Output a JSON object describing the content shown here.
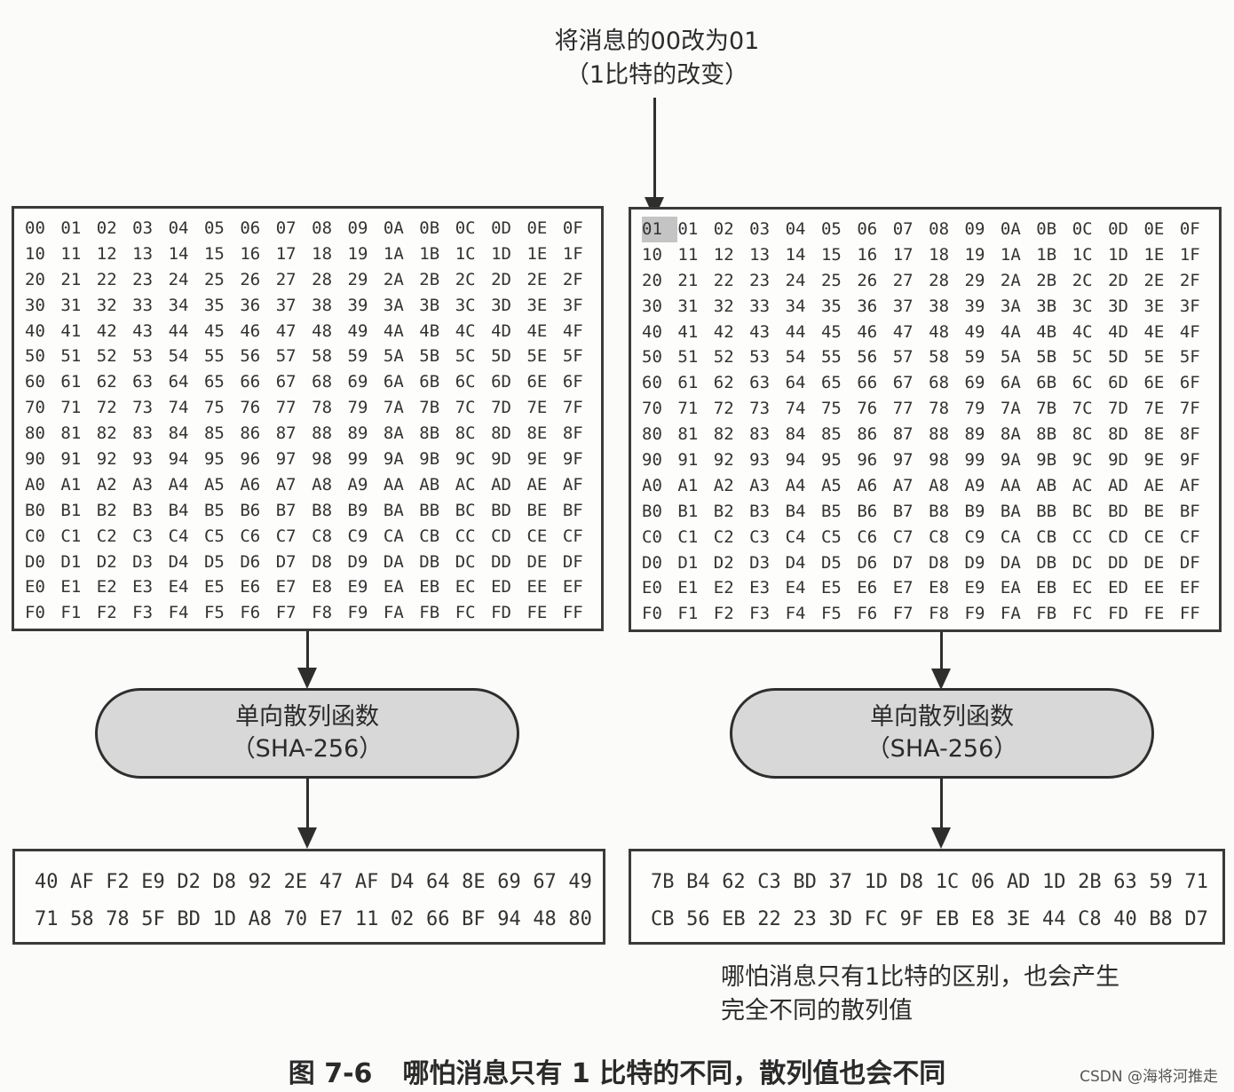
{
  "top_note": {
    "line1": "将消息的00改为01",
    "line2": "（1比特的改变）"
  },
  "left_message": [
    [
      "00",
      "01",
      "02",
      "03",
      "04",
      "05",
      "06",
      "07",
      "08",
      "09",
      "0A",
      "0B",
      "0C",
      "0D",
      "0E",
      "0F"
    ],
    [
      "10",
      "11",
      "12",
      "13",
      "14",
      "15",
      "16",
      "17",
      "18",
      "19",
      "1A",
      "1B",
      "1C",
      "1D",
      "1E",
      "1F"
    ],
    [
      "20",
      "21",
      "22",
      "23",
      "24",
      "25",
      "26",
      "27",
      "28",
      "29",
      "2A",
      "2B",
      "2C",
      "2D",
      "2E",
      "2F"
    ],
    [
      "30",
      "31",
      "32",
      "33",
      "34",
      "35",
      "36",
      "37",
      "38",
      "39",
      "3A",
      "3B",
      "3C",
      "3D",
      "3E",
      "3F"
    ],
    [
      "40",
      "41",
      "42",
      "43",
      "44",
      "45",
      "46",
      "47",
      "48",
      "49",
      "4A",
      "4B",
      "4C",
      "4D",
      "4E",
      "4F"
    ],
    [
      "50",
      "51",
      "52",
      "53",
      "54",
      "55",
      "56",
      "57",
      "58",
      "59",
      "5A",
      "5B",
      "5C",
      "5D",
      "5E",
      "5F"
    ],
    [
      "60",
      "61",
      "62",
      "63",
      "64",
      "65",
      "66",
      "67",
      "68",
      "69",
      "6A",
      "6B",
      "6C",
      "6D",
      "6E",
      "6F"
    ],
    [
      "70",
      "71",
      "72",
      "73",
      "74",
      "75",
      "76",
      "77",
      "78",
      "79",
      "7A",
      "7B",
      "7C",
      "7D",
      "7E",
      "7F"
    ],
    [
      "80",
      "81",
      "82",
      "83",
      "84",
      "85",
      "86",
      "87",
      "88",
      "89",
      "8A",
      "8B",
      "8C",
      "8D",
      "8E",
      "8F"
    ],
    [
      "90",
      "91",
      "92",
      "93",
      "94",
      "95",
      "96",
      "97",
      "98",
      "99",
      "9A",
      "9B",
      "9C",
      "9D",
      "9E",
      "9F"
    ],
    [
      "A0",
      "A1",
      "A2",
      "A3",
      "A4",
      "A5",
      "A6",
      "A7",
      "A8",
      "A9",
      "AA",
      "AB",
      "AC",
      "AD",
      "AE",
      "AF"
    ],
    [
      "B0",
      "B1",
      "B2",
      "B3",
      "B4",
      "B5",
      "B6",
      "B7",
      "B8",
      "B9",
      "BA",
      "BB",
      "BC",
      "BD",
      "BE",
      "BF"
    ],
    [
      "C0",
      "C1",
      "C2",
      "C3",
      "C4",
      "C5",
      "C6",
      "C7",
      "C8",
      "C9",
      "CA",
      "CB",
      "CC",
      "CD",
      "CE",
      "CF"
    ],
    [
      "D0",
      "D1",
      "D2",
      "D3",
      "D4",
      "D5",
      "D6",
      "D7",
      "D8",
      "D9",
      "DA",
      "DB",
      "DC",
      "DD",
      "DE",
      "DF"
    ],
    [
      "E0",
      "E1",
      "E2",
      "E3",
      "E4",
      "E5",
      "E6",
      "E7",
      "E8",
      "E9",
      "EA",
      "EB",
      "EC",
      "ED",
      "EE",
      "EF"
    ],
    [
      "F0",
      "F1",
      "F2",
      "F3",
      "F4",
      "F5",
      "F6",
      "F7",
      "F8",
      "F9",
      "FA",
      "FB",
      "FC",
      "FD",
      "FE",
      "FF"
    ]
  ],
  "right_message": [
    [
      "01",
      "01",
      "02",
      "03",
      "04",
      "05",
      "06",
      "07",
      "08",
      "09",
      "0A",
      "0B",
      "0C",
      "0D",
      "0E",
      "0F"
    ],
    [
      "10",
      "11",
      "12",
      "13",
      "14",
      "15",
      "16",
      "17",
      "18",
      "19",
      "1A",
      "1B",
      "1C",
      "1D",
      "1E",
      "1F"
    ],
    [
      "20",
      "21",
      "22",
      "23",
      "24",
      "25",
      "26",
      "27",
      "28",
      "29",
      "2A",
      "2B",
      "2C",
      "2D",
      "2E",
      "2F"
    ],
    [
      "30",
      "31",
      "32",
      "33",
      "34",
      "35",
      "36",
      "37",
      "38",
      "39",
      "3A",
      "3B",
      "3C",
      "3D",
      "3E",
      "3F"
    ],
    [
      "40",
      "41",
      "42",
      "43",
      "44",
      "45",
      "46",
      "47",
      "48",
      "49",
      "4A",
      "4B",
      "4C",
      "4D",
      "4E",
      "4F"
    ],
    [
      "50",
      "51",
      "52",
      "53",
      "54",
      "55",
      "56",
      "57",
      "58",
      "59",
      "5A",
      "5B",
      "5C",
      "5D",
      "5E",
      "5F"
    ],
    [
      "60",
      "61",
      "62",
      "63",
      "64",
      "65",
      "66",
      "67",
      "68",
      "69",
      "6A",
      "6B",
      "6C",
      "6D",
      "6E",
      "6F"
    ],
    [
      "70",
      "71",
      "72",
      "73",
      "74",
      "75",
      "76",
      "77",
      "78",
      "79",
      "7A",
      "7B",
      "7C",
      "7D",
      "7E",
      "7F"
    ],
    [
      "80",
      "81",
      "82",
      "83",
      "84",
      "85",
      "86",
      "87",
      "88",
      "89",
      "8A",
      "8B",
      "8C",
      "8D",
      "8E",
      "8F"
    ],
    [
      "90",
      "91",
      "92",
      "93",
      "94",
      "95",
      "96",
      "97",
      "98",
      "99",
      "9A",
      "9B",
      "9C",
      "9D",
      "9E",
      "9F"
    ],
    [
      "A0",
      "A1",
      "A2",
      "A3",
      "A4",
      "A5",
      "A6",
      "A7",
      "A8",
      "A9",
      "AA",
      "AB",
      "AC",
      "AD",
      "AE",
      "AF"
    ],
    [
      "B0",
      "B1",
      "B2",
      "B3",
      "B4",
      "B5",
      "B6",
      "B7",
      "B8",
      "B9",
      "BA",
      "BB",
      "BC",
      "BD",
      "BE",
      "BF"
    ],
    [
      "C0",
      "C1",
      "C2",
      "C3",
      "C4",
      "C5",
      "C6",
      "C7",
      "C8",
      "C9",
      "CA",
      "CB",
      "CC",
      "CD",
      "CE",
      "CF"
    ],
    [
      "D0",
      "D1",
      "D2",
      "D3",
      "D4",
      "D5",
      "D6",
      "D7",
      "D8",
      "D9",
      "DA",
      "DB",
      "DC",
      "DD",
      "DE",
      "DF"
    ],
    [
      "E0",
      "E1",
      "E2",
      "E3",
      "E4",
      "E5",
      "E6",
      "E7",
      "E8",
      "E9",
      "EA",
      "EB",
      "EC",
      "ED",
      "EE",
      "EF"
    ],
    [
      "F0",
      "F1",
      "F2",
      "F3",
      "F4",
      "F5",
      "F6",
      "F7",
      "F8",
      "F9",
      "FA",
      "FB",
      "FC",
      "FD",
      "FE",
      "FF"
    ]
  ],
  "hash_function": {
    "line1": "单向散列函数",
    "line2": "（SHA-256）"
  },
  "left_digest": [
    [
      "40",
      "AF",
      "F2",
      "E9",
      "D2",
      "D8",
      "92",
      "2E",
      "47",
      "AF",
      "D4",
      "64",
      "8E",
      "69",
      "67",
      "49"
    ],
    [
      "71",
      "58",
      "78",
      "5F",
      "BD",
      "1D",
      "A8",
      "70",
      "E7",
      "11",
      "02",
      "66",
      "BF",
      "94",
      "48",
      "80"
    ]
  ],
  "right_digest": [
    [
      "7B",
      "B4",
      "62",
      "C3",
      "BD",
      "37",
      "1D",
      "D8",
      "1C",
      "06",
      "AD",
      "1D",
      "2B",
      "63",
      "59",
      "71"
    ],
    [
      "CB",
      "56",
      "EB",
      "22",
      "23",
      "3D",
      "FC",
      "9F",
      "EB",
      "E8",
      "3E",
      "44",
      "C8",
      "40",
      "B8",
      "D7"
    ]
  ],
  "side_note": {
    "line1": "哪怕消息只有1比特的区别，也会产生",
    "line2": "完全不同的散列值"
  },
  "caption": {
    "number": "图 7-6",
    "text": "哪怕消息只有 1 比特的不同，散列值也会不同"
  },
  "watermark": "CSDN @海将河推走",
  "colors": {
    "line": "#2e2e2e",
    "pill_fill": "#d8d8d8",
    "highlight": "#c4c4c4"
  }
}
